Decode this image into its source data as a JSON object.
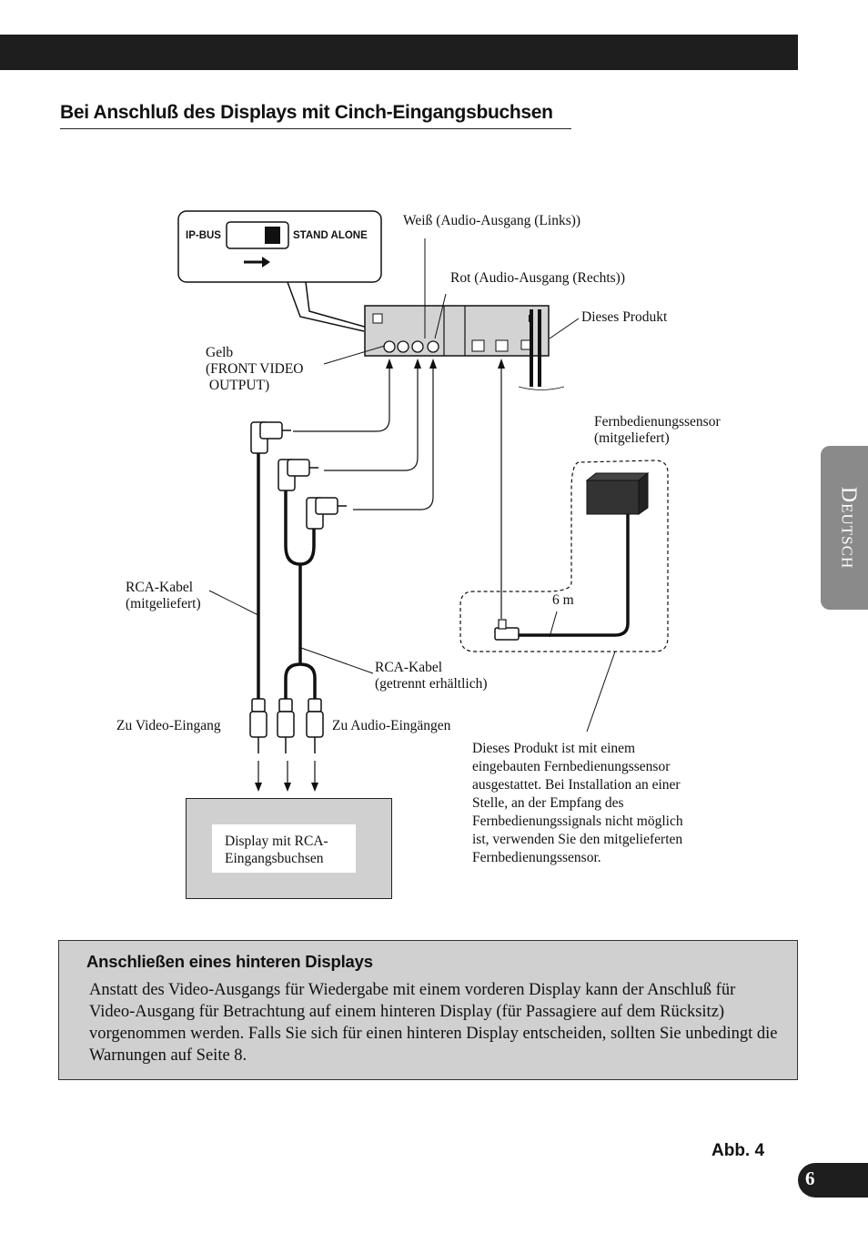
{
  "heading": "Bei Anschluß des Displays mit Cinch-Eingangsbuchsen",
  "switch": {
    "left_label": "IP-BUS",
    "right_label": "STAND ALONE"
  },
  "labels": {
    "weiss": "Weiß (Audio-Ausgang (Links))",
    "rot": "Rot (Audio-Ausgang (Rechts))",
    "produkt": "Dieses Produkt",
    "gelb": "Gelb\n(FRONT VIDEO\n OUTPUT)",
    "sensor": "Fernbedienungssensor\n(mitgeliefert)",
    "length": "6 m",
    "rca_incl": "RCA-Kabel\n(mitgeliefert)",
    "rca_sep": "RCA-Kabel\n(getrennt erhältlich)",
    "zu_video": "Zu Video-Eingang",
    "zu_audio": "Zu Audio-Eingängen",
    "sensor_note": "Dieses Produkt ist mit einem\neingebauten Fernbedienungssensor\nausgestattet. Bei Installation an einer\nStelle, an der Empfang des\nFernbedienungssignals nicht möglich\nist, verwenden Sie den mitgelieferten\nFernbedienungssensor.",
    "display": "Display mit RCA-\nEingangsbuchsen"
  },
  "side_tab": "Deutsch",
  "note": {
    "title": "Anschließen eines hinteren Displays",
    "body": "Anstatt des Video-Ausgangs für Wiedergabe mit einem vorderen Display kann der Anschluß für Video-Ausgang für Betrachtung auf einem hinteren Display (für Passagiere auf dem Rücksitz) vorgenommen werden. Falls Sie sich für einen hinteren Display entscheiden, sollten Sie unbedingt die Warnungen auf Seite 8."
  },
  "figure_label": "Abb. 4",
  "page_number": "6"
}
